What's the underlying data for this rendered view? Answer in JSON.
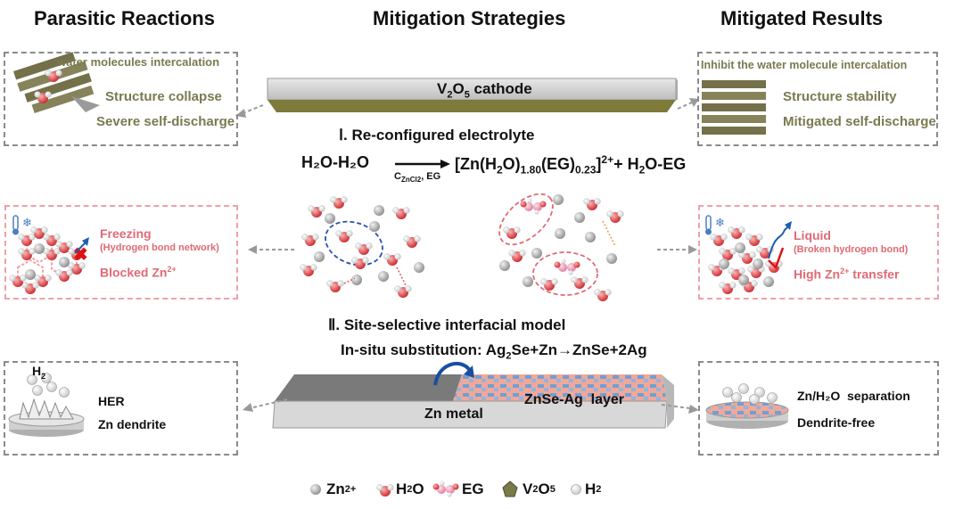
{
  "headers": {
    "left": "Parasitic Reactions",
    "center": "Mitigation Strategies",
    "right": "Mitigated Results"
  },
  "top_row": {
    "left": {
      "title": "water molecules intercalation",
      "line1": "Structure collapse",
      "line2": "Severe self-discharge"
    },
    "cathode_label": "V2O5 cathode",
    "cathode_main": "V",
    "cathode_sub1": "2",
    "cathode_mid": "O",
    "cathode_sub2": "5",
    "cathode_tail": " cathode",
    "right": {
      "title": "Inhibit the water molecule intercalation",
      "line1": "Structure stability",
      "line2": "Mitigated self-discharge"
    }
  },
  "strategy1": {
    "numeral": "Ⅰ",
    "title": ". Re-configured electrolyte",
    "eq_left": "H₂O-H₂O",
    "eq_right_a": "[Zn(H",
    "eq_right_b": "2",
    "eq_right_c": "O)",
    "eq_right_d": "1.80",
    "eq_right_e": "(EG)",
    "eq_right_f": "0.23",
    "eq_right_g": "]",
    "eq_right_h": "2+",
    "eq_right_i": "+ H",
    "eq_right_j": "2",
    "eq_right_k": "O-EG",
    "cond_c": "C",
    "cond_sub": "ZnCl2",
    "cond_tail": ", EG"
  },
  "middle_row": {
    "left": {
      "freezing": "Freezing",
      "freezing_note": "(Hydrogen bond network)",
      "blocked": "Blocked Zn",
      "blocked_sup": "2+"
    },
    "right": {
      "liquid": "Liquid",
      "liquid_note": "(Broken hydrogen bond)",
      "transfer_a": "High Zn",
      "transfer_sup": "2+",
      "transfer_b": " transfer"
    }
  },
  "strategy2": {
    "numeral": "Ⅱ",
    "title": ". Site-selective interfacial model",
    "sub_a": "In-situ substitution: Ag",
    "sub_b": "2",
    "sub_c": "Se+Zn→ZnSe+2Ag"
  },
  "bottom_row": {
    "left": {
      "h2_a": "H",
      "h2_b": "2",
      "her": "HER",
      "dendrite": "Zn dendrite"
    },
    "layer_label": "ZnSe-Ag  layer",
    "metal_label": "Zn metal",
    "right": {
      "separation": "Zn/H₂O  separation",
      "free": "Dendrite-free"
    }
  },
  "legend": {
    "zn_a": "Zn",
    "zn_sup": "2+",
    "h2o_a": "H",
    "h2o_b": "2",
    "h2o_c": "O",
    "eg": "EG",
    "v_a": "V",
    "v_b": "2",
    "v_c": "O",
    "v_d": "5",
    "h2_a": "H",
    "h2_b": "2"
  },
  "colors": {
    "olive": "#7a7a50",
    "pink": "#e06a74",
    "dash_gray": "#8a8a8a",
    "dash_pink": "#f0a0a8",
    "zn_layer_blue": "#7aa8d8",
    "zn_layer_peach": "#f0b0a0"
  }
}
